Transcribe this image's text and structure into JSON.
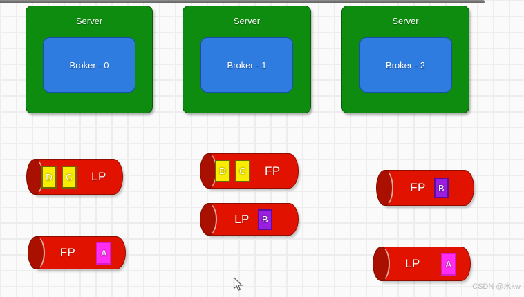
{
  "servers": [
    {
      "label": "Server",
      "broker_label": "Broker - 0"
    },
    {
      "label": "Server",
      "broker_label": "Broker - 1"
    },
    {
      "label": "Server",
      "broker_label": "Broker - 2"
    }
  ],
  "partitions": [
    {
      "label": "LP",
      "segments": [
        {
          "text": "D",
          "color_name": "yellow"
        },
        {
          "text": "C",
          "color_name": "yellow"
        }
      ]
    },
    {
      "label": "FP",
      "segments": [
        {
          "text": "A",
          "color_name": "magenta"
        }
      ]
    },
    {
      "label": "FP",
      "segments": [
        {
          "text": "D",
          "color_name": "yellow"
        },
        {
          "text": "C",
          "color_name": "yellow"
        }
      ]
    },
    {
      "label": "LP",
      "segments": [
        {
          "text": "B",
          "color_name": "purple"
        }
      ]
    },
    {
      "label": "FP",
      "segments": [
        {
          "text": "B",
          "color_name": "purple"
        }
      ]
    },
    {
      "label": "LP",
      "segments": [
        {
          "text": "A",
          "color_name": "magenta"
        }
      ]
    }
  ],
  "watermark": "CSDN @水kw",
  "colors": {
    "server_green": "#0e8c10",
    "broker_blue": "#2f7ce1",
    "cylinder_red": "#e11300",
    "cylinder_cap_red": "#aa1000",
    "segment_yellow": "#f8ec00",
    "segment_purple": "#9a1fe0",
    "segment_magenta": "#ff2df2",
    "topbar_grey": "#6e6e6e",
    "watermark_grey": "#bcbcbc"
  }
}
